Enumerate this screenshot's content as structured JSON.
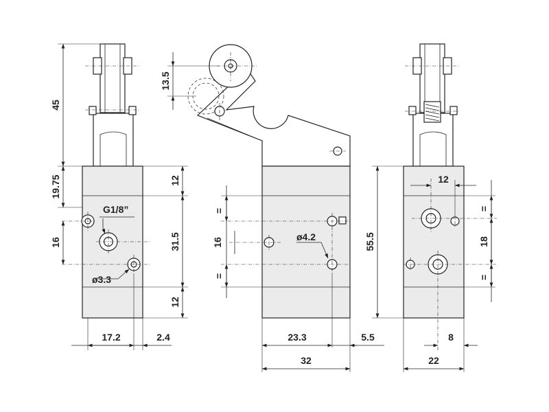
{
  "dimensions": {
    "left_view": {
      "height_45": "45",
      "height_19_75": "19.75",
      "spacing_16": "16",
      "top_12": "12",
      "middle_31_5": "31.5",
      "bottom_12": "12",
      "width_17_2": "17.2",
      "width_2_4": "2.4",
      "thread_label": "G1/8”",
      "hole_label": "ø3.3"
    },
    "middle_view": {
      "lever_13_5": "13.5",
      "spacing_16": "16",
      "equal_top": "=",
      "equal_bottom": "=",
      "hole_label": "ø4.2",
      "width_23_3": "23.3",
      "width_5_5": "5.5",
      "width_32": "32"
    },
    "right_view": {
      "height_55_5": "55.5",
      "width_12": "12",
      "equal_top": "=",
      "spacing_18": "18",
      "equal_bottom": "=",
      "width_8": "8",
      "width_22": "22"
    }
  }
}
